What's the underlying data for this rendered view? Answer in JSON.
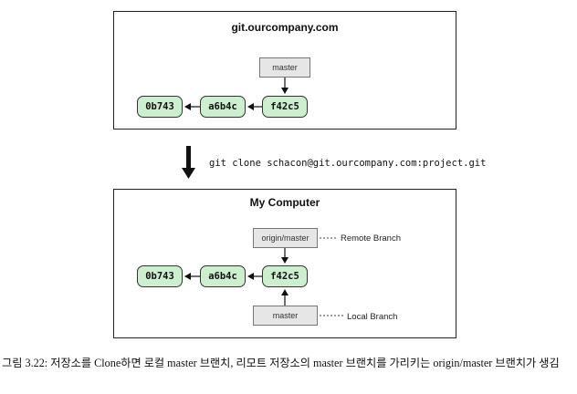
{
  "server": {
    "title": "git.ourcompany.com",
    "branch": "master",
    "commits": [
      "0b743",
      "a6b4c",
      "f42c5"
    ]
  },
  "command": "git clone schacon@git.ourcompany.com:project.git",
  "local": {
    "title": "My Computer",
    "remote_branch": "origin/master",
    "remote_branch_note": "Remote Branch",
    "local_branch": "master",
    "local_branch_note": "Local Branch",
    "commits": [
      "0b743",
      "a6b4c",
      "f42c5"
    ]
  },
  "caption": {
    "label": "그림 3.22:",
    "text": "저장소를 Clone하면 로컬 master 브랜치, 리모트 저장소의 master 브랜치를 가리키는 origin/master 브랜치가 생김"
  }
}
